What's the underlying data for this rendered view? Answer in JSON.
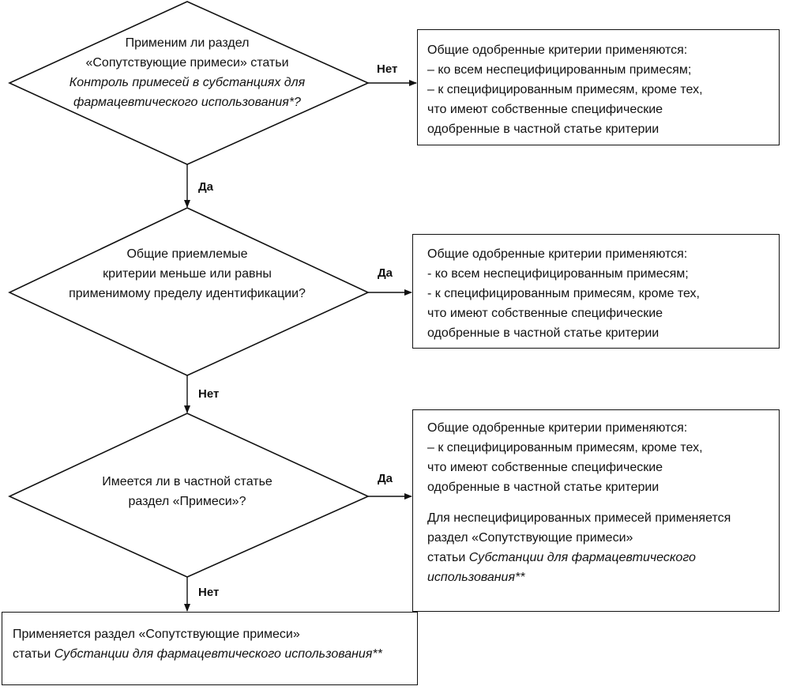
{
  "decision1": {
    "line1": "Применим ли раздел",
    "line2": "«Сопутствующие примеси» статьи",
    "line3": "Контроль примесей в субстанциях для",
    "line4": "фармацевтического использования*?"
  },
  "decision2": {
    "line1": "Общие приемлемые",
    "line2": "критерии меньше или равны",
    "line3": "применимому пределу идентификации?"
  },
  "decision3": {
    "line1": "Имеется ли в частной статье",
    "line2": "раздел «Примеси»?"
  },
  "box1": {
    "line1": "Общие одобренные критерии применяются:",
    "line2": "– ко всем неспецифицированным примесям;",
    "line3": "– к специфицированным примесям, кроме тех,",
    "line4": "что имеют собственные специфические",
    "line5": "одобренные в частной статье критерии"
  },
  "box2": {
    "line1": "Общие одобренные критерии применяются:",
    "line2": "- ко всем неспецифицированным примесям;",
    "line3": "- к специфицированным примесям, кроме тех,",
    "line4": "что имеют собственные специфические",
    "line5": "одобренные в частной статье критерии"
  },
  "box3": {
    "line1": "Общие одобренные критерии применяются:",
    "line2": "– к специфицированным примесям, кроме тех,",
    "line3": "что имеют собственные специфические",
    "line4": "одобренные в частной статье критерии",
    "line5": "Для неспецифицированных примесей применяется",
    "line6": "раздел «Сопутствующие примеси»",
    "line7a": "статьи ",
    "line7b": "Субстанции для фармацевтического",
    "line8": "использования**"
  },
  "box4": {
    "line1": "Применяется раздел «Сопутствующие примеси»",
    "line2a": "статьи ",
    "line2b": "Субстанции для фармацевтического использования**"
  },
  "labels": {
    "d1_no": "Нет",
    "d1_yes": "Да",
    "d2_yes": "Да",
    "d2_no": "Нет",
    "d3_yes": "Да",
    "d3_no": "Нет"
  }
}
